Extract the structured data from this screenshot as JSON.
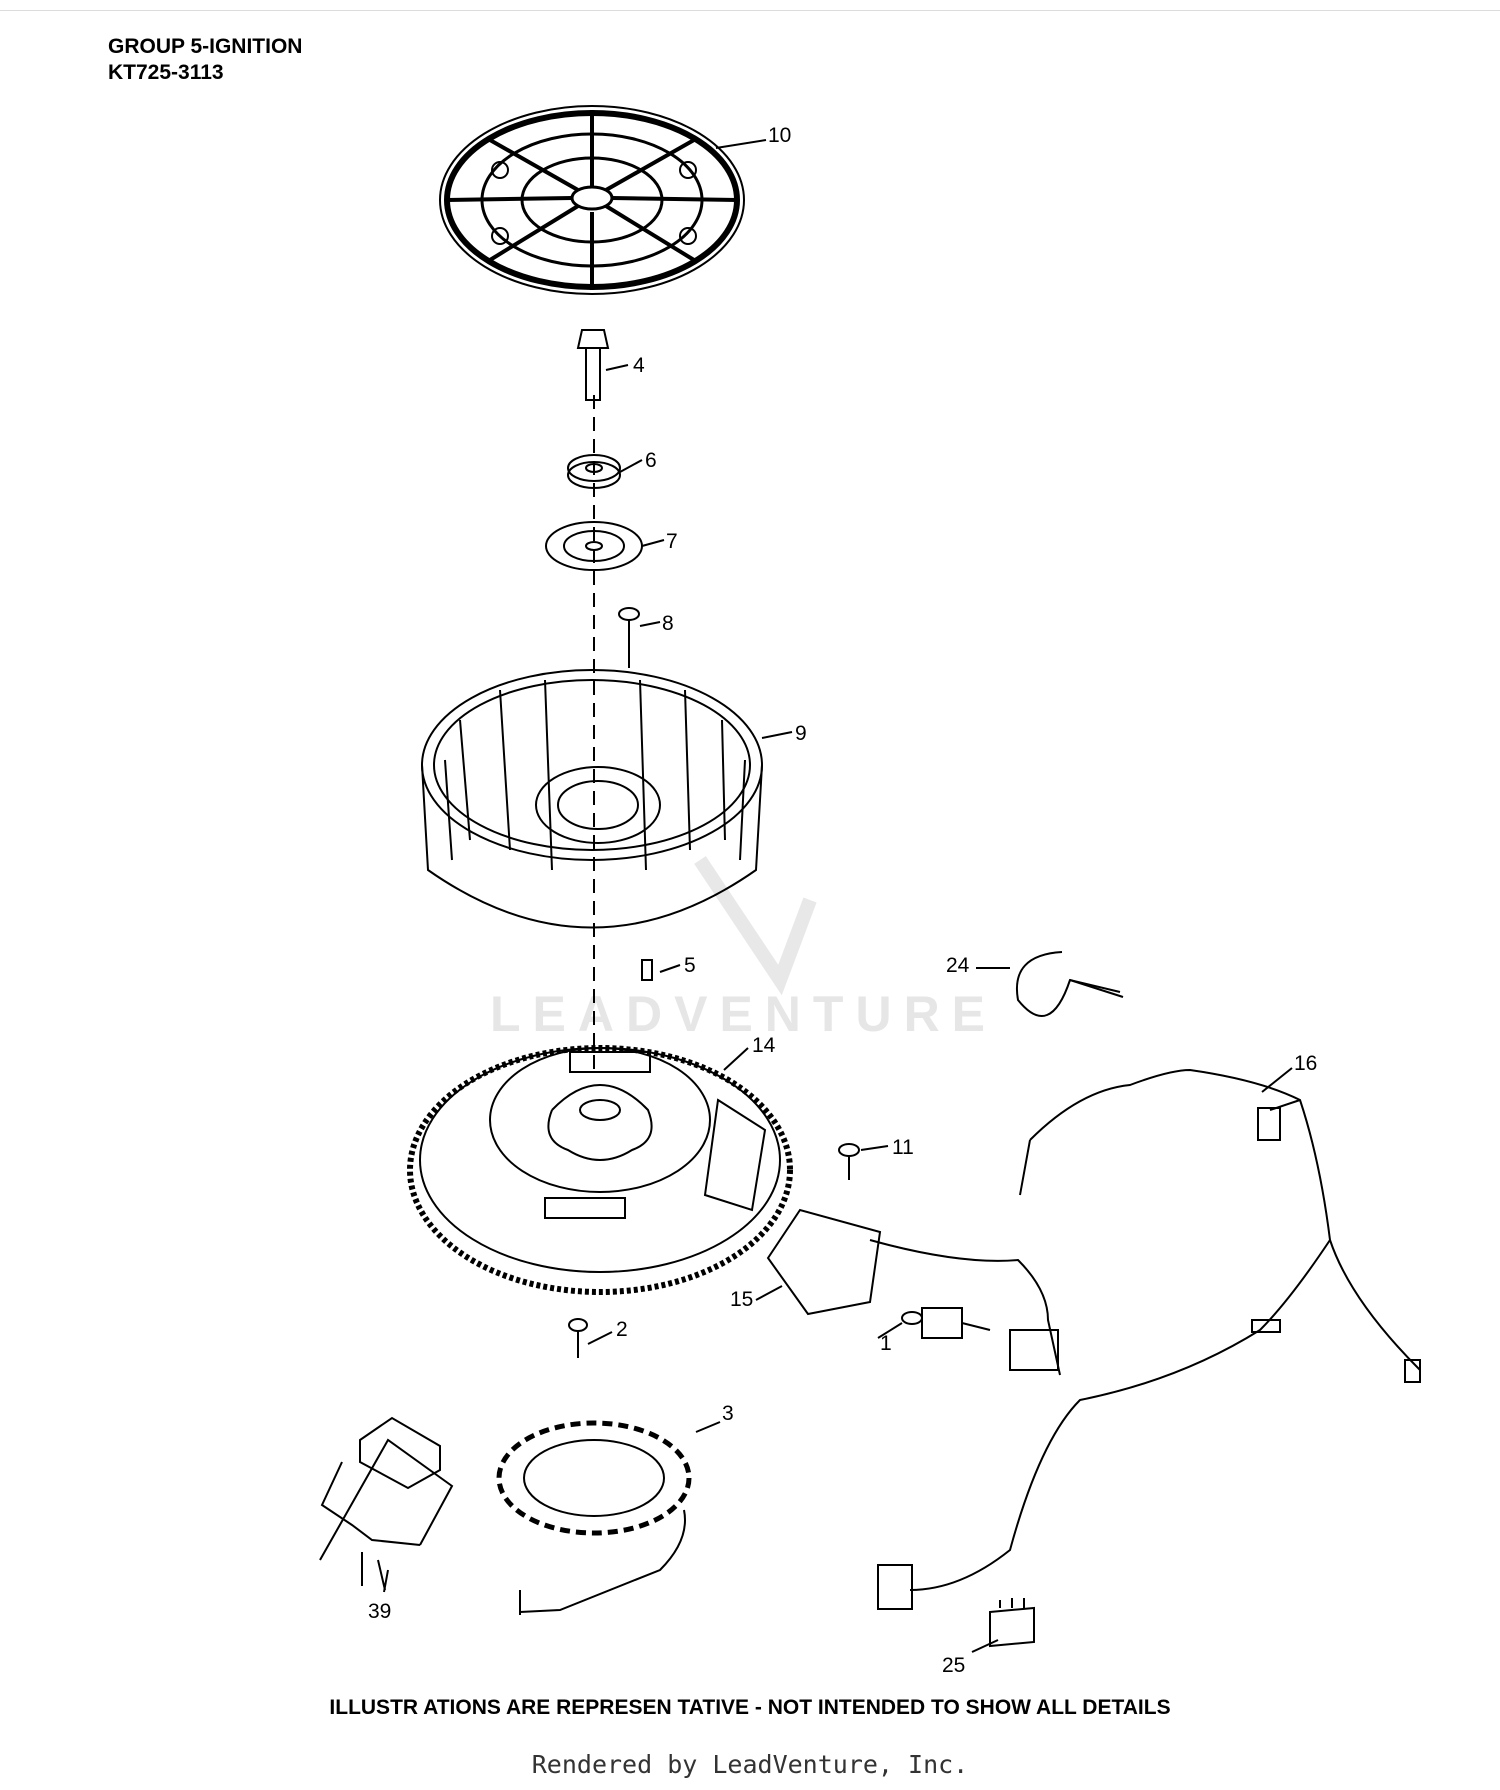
{
  "header": {
    "group": "GROUP 5-IGNITION",
    "model": "KT725-3113"
  },
  "callouts": [
    "10",
    "4",
    "6",
    "7",
    "8",
    "9",
    "24",
    "5",
    "14",
    "16",
    "11",
    "15",
    "1",
    "2",
    "3",
    "39",
    "25"
  ],
  "watermark": "LEADVENTURE",
  "disclaimer": "ILLUSTR ATIONS ARE REPRESEN TATIVE - NOT INTENDED   TO SHOW ALL DETAILS",
  "footer": "Rendered by LeadVenture, Inc."
}
